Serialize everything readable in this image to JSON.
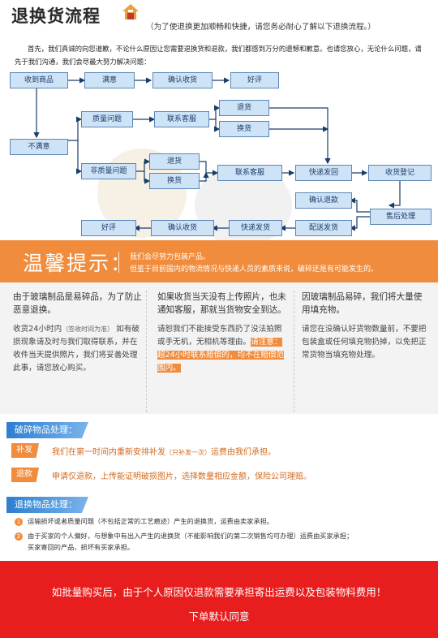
{
  "header": {
    "title": "退换货流程",
    "subtitle": "（为了使退换更加顺畅和快捷，请您务必耐心了解以下退换流程。）",
    "intro": "首先，我们真诚的向您道歉，不论什么原因让您需要退换货和退款，我们都感到万分的遗憾和歉意。也请您放心，无论什么问题，请先于我们沟通，我们会尽最大努力解决问题："
  },
  "flow": {
    "received": "收到商品",
    "satisfied": "满意",
    "confirm_receipt_top": "确认收货",
    "good_review_top": "好评",
    "quality_issue": "质量问题",
    "cs_top": "联系客服",
    "return": "退货",
    "exchange": "换货",
    "unsatisfied": "不满意",
    "non_quality_issue": "非质量问题",
    "return2": "退货",
    "exchange2": "换货",
    "cs_mid": "联系客服",
    "express_return": "快递发回",
    "return_register": "收货登记",
    "confirm_refund": "确认退款",
    "after_sales": "售后处理",
    "good_review_bottom": "好评",
    "confirm_receipt_bottom": "确认收货",
    "express_send": "快递发货",
    "delivery": "配送发货"
  },
  "tips": {
    "title": "温馨提示：",
    "line1": "我们会尽努力包装产品。",
    "line2": "但鉴于目前国内的物流情况与快递人员的素质来说，破碎还是有可能发生的。"
  },
  "columns": [
    {
      "head": "由于玻璃制品是易碎品，为了防止恶意退换。",
      "body1": "收货24小时内",
      "body1_small": "（签收时间为准）",
      "body2": "如有破损现象请及时与我们取得联系，并在收件当天提供照片，我们将妥善处理此事，请您放心购买。"
    },
    {
      "head": "如果收货当天没有上传照片，也未通知客服，那就当货物安全到达。",
      "body1": "请恕我们不能接受东西扔了没法拍照或手无机，无相机等理由。",
      "highlight": "请注意：超24小时联系赔偿的，均不在赔偿范围内。"
    },
    {
      "head": "因玻璃制品易碎，我们将大量使用填充物。",
      "body1": "请您在没确认好货物数量前，不要把包装盒或任何填充物扔掉，以免把正常货物当填充物处理。"
    }
  ],
  "broken": {
    "title": "破碎物品处理：",
    "reissue_label": "补发",
    "reissue_text": "我们在第一时间内重新安排补发",
    "reissue_small": "（只补发一次）",
    "reissue_tail": "运费由我们承担。",
    "refund_label": "退款",
    "refund_text": "申请仅退款，上传能证明破损图片，选择数量相应金额，保险公司理赔。"
  },
  "returns": {
    "title": "退换物品处理：",
    "n1": "1",
    "item1": "运输损坏或者质量问题（不包括正常的工艺痕迹）产生的退换货，运费由卖家承担。",
    "n2": "2",
    "item2a": "由于买家的个人偏好，与想象中有出入产生的退换货（不能影响我们的第二次销售均可办理）运费由买家承担；",
    "item2b": "买家寄回的产品，损坏有买家承担。"
  },
  "footer": {
    "line1": "如批量购买后，由于个人原因仅退款需要承担寄出运费以及包装物料费用！",
    "line2": "下单默认同意"
  },
  "colors": {
    "accent": "#f08c3c",
    "box_fill": "#cfe3f6",
    "box_border": "#5a87b6",
    "section_blue": "#2d7fd0",
    "footer_red": "#e81e1e"
  }
}
